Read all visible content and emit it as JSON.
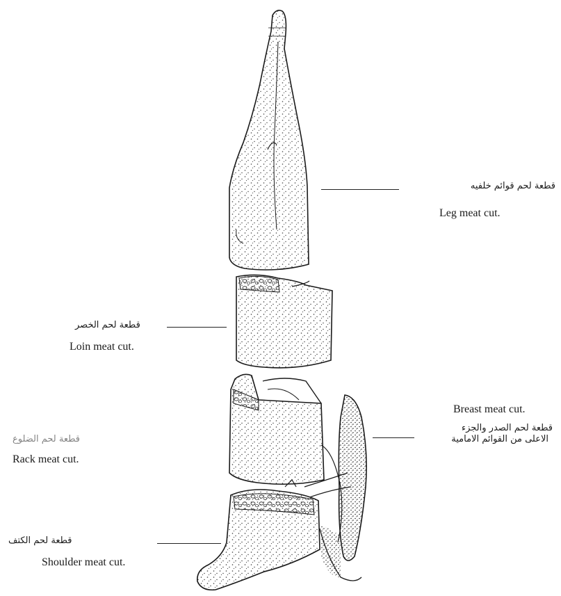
{
  "cuts": {
    "leg": {
      "ar": "قطعة لحم قوائم خلفيه",
      "en": "Leg meat cut."
    },
    "loin": {
      "ar": "قطعة لحم الخصر",
      "en": "Loin meat cut."
    },
    "breast": {
      "ar_line1": "قطعة لحم الصدر والجزء",
      "ar_line2": "الاعلى من القوائم الامامية",
      "en": "Breast meat cut."
    },
    "rack": {
      "ar": "قطعة لحم الضلوع",
      "en": "Rack meat cut."
    },
    "shoulder": {
      "ar": "قطعة لحم الكتف",
      "en": "Shoulder meat cut."
    }
  },
  "colors": {
    "ink": "#1a1a1a",
    "background": "#ffffff"
  }
}
